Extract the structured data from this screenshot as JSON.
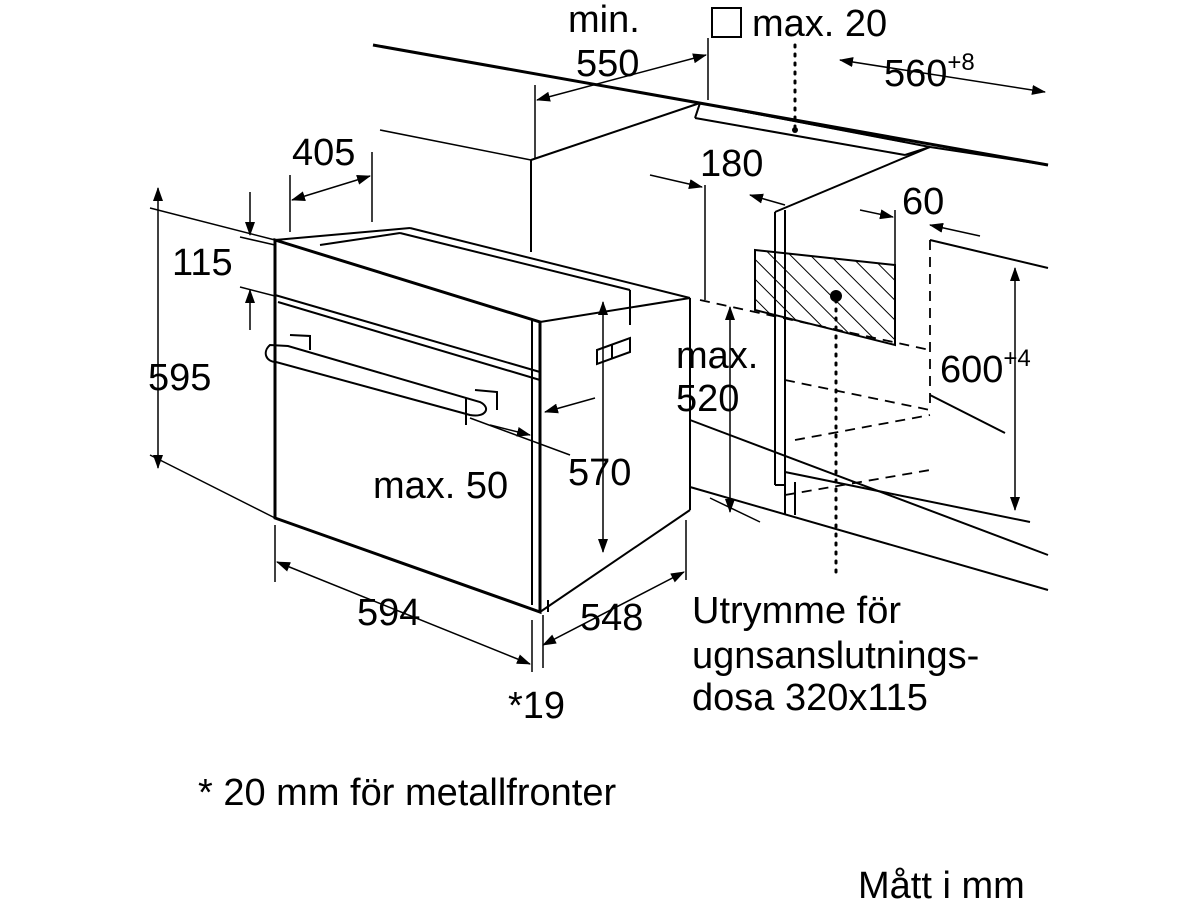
{
  "dimensions": {
    "min_label": "min.",
    "d550": "550",
    "vent_max": "max. 20",
    "d560": "560",
    "d560_tol": "+8",
    "d405": "405",
    "d180": "180",
    "d60": "60",
    "d115": "115",
    "d595": "595",
    "max_label": "max.",
    "d520": "520",
    "d600": "600",
    "d600_tol": "+4",
    "d570": "570",
    "max50": "max. 50",
    "d594": "594",
    "d548": "548",
    "d19": "*19"
  },
  "socket_note": {
    "line1": "Utrymme för",
    "line2": "ugnsanslutnings-",
    "line3": "dosa 320x115"
  },
  "footnote": "* 20 mm för metallfronter",
  "units": "Mått i mm"
}
